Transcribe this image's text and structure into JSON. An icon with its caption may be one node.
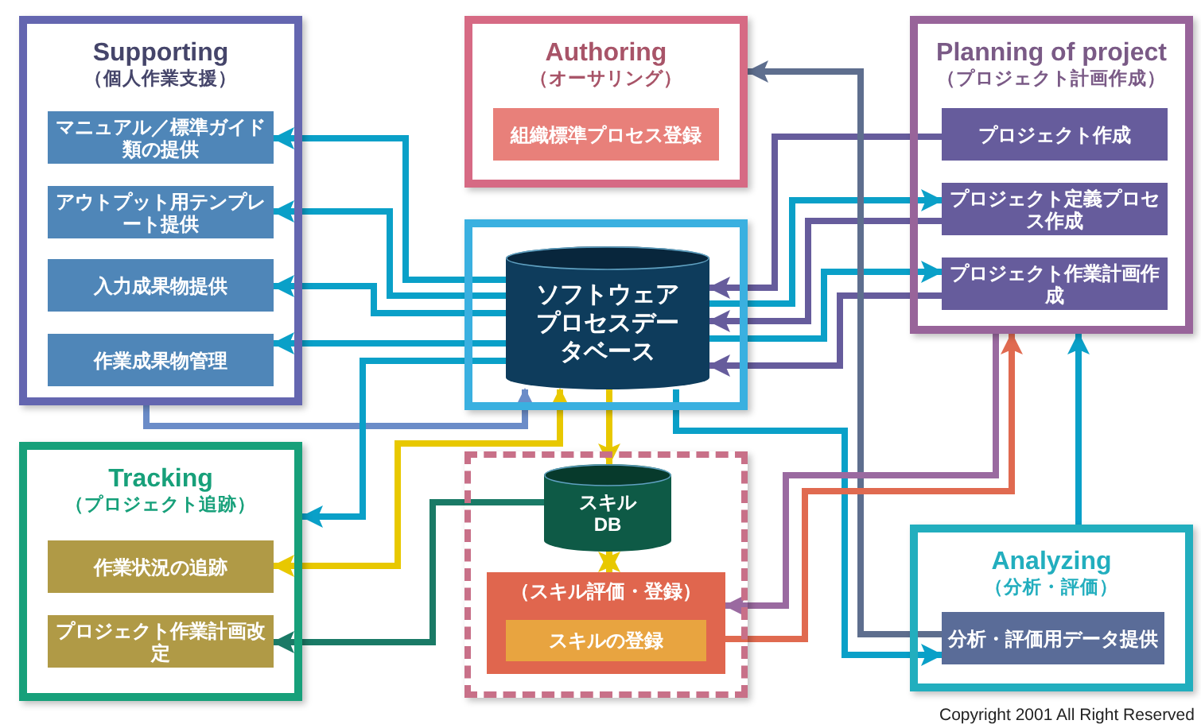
{
  "diagram": {
    "nodes": [
      {
        "text": [
          "Supporting",
          "（個人作業支援）"
        ]
      },
      {
        "text": [
          "マニュアル／標準ガイド類の提供"
        ],
        "in": 0
      },
      {
        "text": [
          "アウトプット用テンプレート提供"
        ],
        "in": 0
      },
      {
        "text": [
          "入力成果物提供"
        ],
        "in": 0
      },
      {
        "text": [
          "作業成果物管理"
        ],
        "in": 0
      },
      {
        "text": [
          "Authoring",
          "（オーサリング）"
        ]
      },
      {
        "text": [
          "組織標準プロセス登録"
        ],
        "in": 5
      },
      {
        "text": [
          "Planning of project",
          "（プロジェクト計画作成）"
        ]
      },
      {
        "text": [
          "プロジェクト作成"
        ],
        "in": 7
      },
      {
        "text": [
          "プロジェクト定義プロセス作成"
        ],
        "in": 7
      },
      {
        "text": [
          "プロジェクト作業計画作成"
        ],
        "in": 7
      },
      {
        "text": [],
        "shape": "box"
      },
      {
        "text": [
          "ソフトウェアプロセスデータベース"
        ],
        "in": 11
      },
      {
        "text": [
          "Tracking",
          "（プロジェクト追跡）"
        ]
      },
      {
        "text": [
          "作業状況の追跡"
        ],
        "in": 13
      },
      {
        "text": [
          "プロジェクト作業計画改定"
        ],
        "in": 13
      },
      {
        "text": [],
        "shape": "box"
      },
      {
        "text": [
          "スキルDB"
        ],
        "in": 16
      },
      {
        "text": [
          "（スキル評価・登録）"
        ],
        "in": 16
      },
      {
        "text": [
          "スキルの登録"
        ],
        "in": 18
      },
      {
        "text": [
          "Analyzing",
          "（分析・評価）"
        ]
      },
      {
        "text": [
          "分析・評価用データ提供"
        ],
        "in": 20
      }
    ],
    "edges": [
      {
        "from": 12,
        "to": 1,
        "arrow": "to"
      },
      {
        "from": 12,
        "to": 2,
        "arrow": "to"
      },
      {
        "from": 12,
        "to": 3,
        "arrow": "to"
      },
      {
        "from": 12,
        "to": 4,
        "arrow": "to"
      },
      {
        "from": 0,
        "to": 12,
        "arrow": "to",
        "color": "#6b8cc8"
      },
      {
        "from": 12,
        "to": 13,
        "arrow": "to"
      },
      {
        "from": 14,
        "to": 12,
        "arrow": "both",
        "color": "#e8c800"
      },
      {
        "from": 12,
        "to": 17,
        "arrow": "to",
        "color": "#e8c800"
      },
      {
        "from": 17,
        "to": 18,
        "arrow": "both",
        "color": "#e8c800"
      },
      {
        "from": 17,
        "to": 15,
        "arrow": "to",
        "color": "#1a7a66"
      },
      {
        "from": 8,
        "to": 12,
        "arrow": "to",
        "color": "#665c9c"
      },
      {
        "from": 12,
        "to": 9,
        "arrow": "to"
      },
      {
        "from": 9,
        "to": 12,
        "arrow": "to",
        "color": "#665c9c"
      },
      {
        "from": 12,
        "to": 10,
        "arrow": "to"
      },
      {
        "from": 10,
        "to": 12,
        "arrow": "to",
        "color": "#665c9c"
      },
      {
        "from": 21,
        "to": 5,
        "arrow": "to",
        "color": "#5e6e8e"
      },
      {
        "from": 12,
        "to": 21,
        "arrow": "to"
      },
      {
        "from": 7,
        "to": 18,
        "arrow": "to",
        "color": "#9a6aa0"
      },
      {
        "from": 18,
        "to": 7,
        "arrow": "to",
        "color": "#e06a50"
      },
      {
        "from": 20,
        "to": 7,
        "arrow": "to"
      }
    ],
    "labels": [
      "Copyright 2001 All Right Reserved"
    ]
  }
}
